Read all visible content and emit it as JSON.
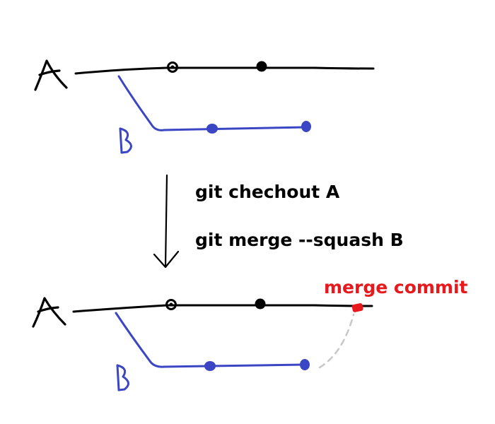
{
  "diagram": {
    "top": {
      "branch_a_label": "A",
      "branch_b_label": "B"
    },
    "commands": [
      "git chechout A",
      "git merge --squash B"
    ],
    "bottom": {
      "branch_a_label": "A",
      "branch_b_label": "B",
      "merge_label": "merge commit"
    },
    "colors": {
      "branch_a": "#000000",
      "branch_b": "#3b46c4",
      "merge_commit": "#e8191d",
      "squash_link": "#c8c8c8"
    }
  }
}
